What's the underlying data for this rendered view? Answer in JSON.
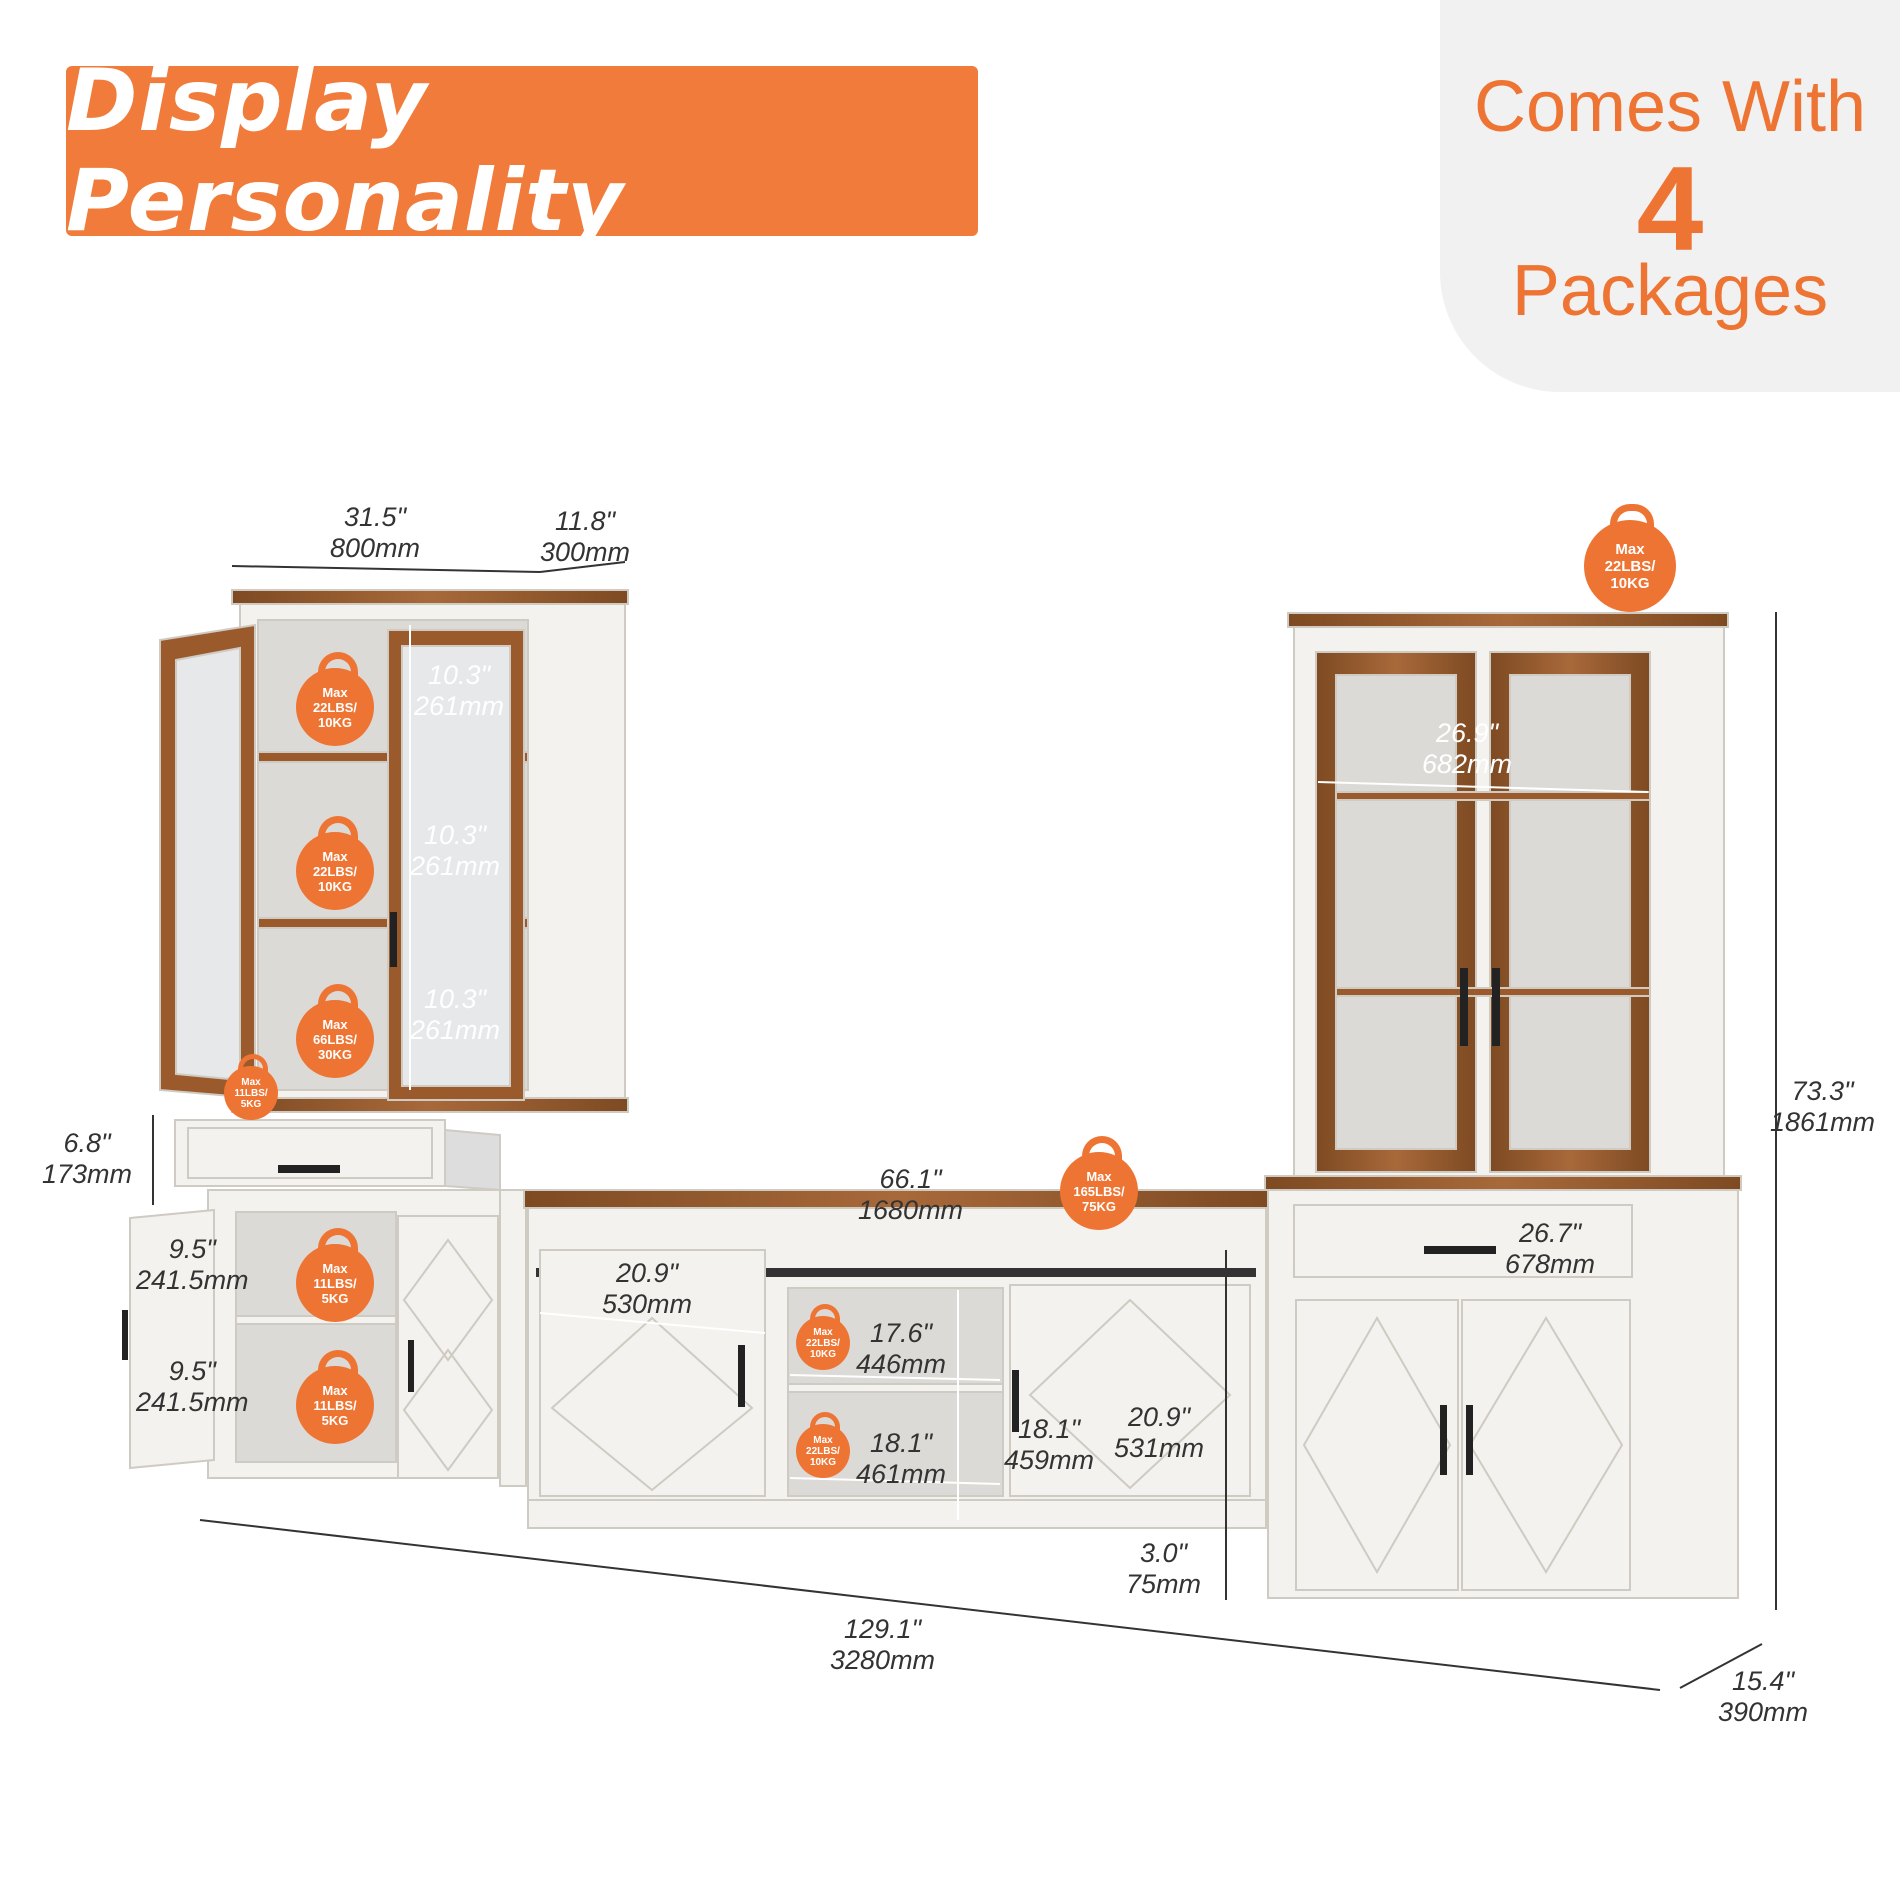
{
  "header": {
    "title": "Display Personality"
  },
  "packages": {
    "line1": "Comes With",
    "count": "4",
    "line3": "Packages"
  },
  "left_cabinet": {
    "width": [
      "31.5\"",
      "800mm"
    ],
    "depth": [
      "11.8\"",
      "300mm"
    ],
    "shelf1": [
      "10.3\"",
      "261mm"
    ],
    "shelf2": [
      "10.3\"",
      "261mm"
    ],
    "shelf3": [
      "10.3\"",
      "261mm"
    ],
    "drawer": [
      "6.8\"",
      "173mm"
    ],
    "lower1": [
      "9.5\"",
      "241.5mm"
    ],
    "lower2": [
      "9.5\"",
      "241.5mm"
    ],
    "weights": [
      [
        "Max",
        "22LBS/",
        "10KG"
      ],
      [
        "Max",
        "22LBS/",
        "10KG"
      ],
      [
        "Max",
        "66LBS/",
        "30KG"
      ],
      [
        "Max",
        "11LBS/",
        "5KG"
      ],
      [
        "Max",
        "11LBS/",
        "5KG"
      ],
      [
        "Max",
        "11LBS/",
        "5KG"
      ]
    ]
  },
  "tv_stand": {
    "width": [
      "66.1\"",
      "1680mm"
    ],
    "door": [
      "20.9\"",
      "530mm"
    ],
    "shelf_w": [
      "17.6\"",
      "446mm"
    ],
    "shelf_h": [
      "18.1\"",
      "461mm"
    ],
    "inner_h": [
      "18.1\"",
      "459mm"
    ],
    "height": [
      "20.9\"",
      "531mm"
    ],
    "leg": [
      "3.0\"",
      "75mm"
    ],
    "weights": [
      [
        "Max",
        "165LBS/",
        "75KG"
      ],
      [
        "Max",
        "22LBS/",
        "10KG"
      ],
      [
        "Max",
        "22LBS/",
        "10KG"
      ]
    ]
  },
  "right_cabinet": {
    "inner_w": [
      "26.9\"",
      "682mm"
    ],
    "drawer_w": [
      "26.7\"",
      "678mm"
    ],
    "height": [
      "73.3\"",
      "1861mm"
    ],
    "weight": [
      "Max",
      "22LBS/",
      "10KG"
    ]
  },
  "overall": {
    "width": [
      "129.1\"",
      "3280mm"
    ],
    "depth": [
      "15.4\"",
      "390mm"
    ]
  },
  "colors": {
    "accent": "#ee7433",
    "wood": "#9a5a2b",
    "cabinet_white": "#f4f2ee"
  }
}
